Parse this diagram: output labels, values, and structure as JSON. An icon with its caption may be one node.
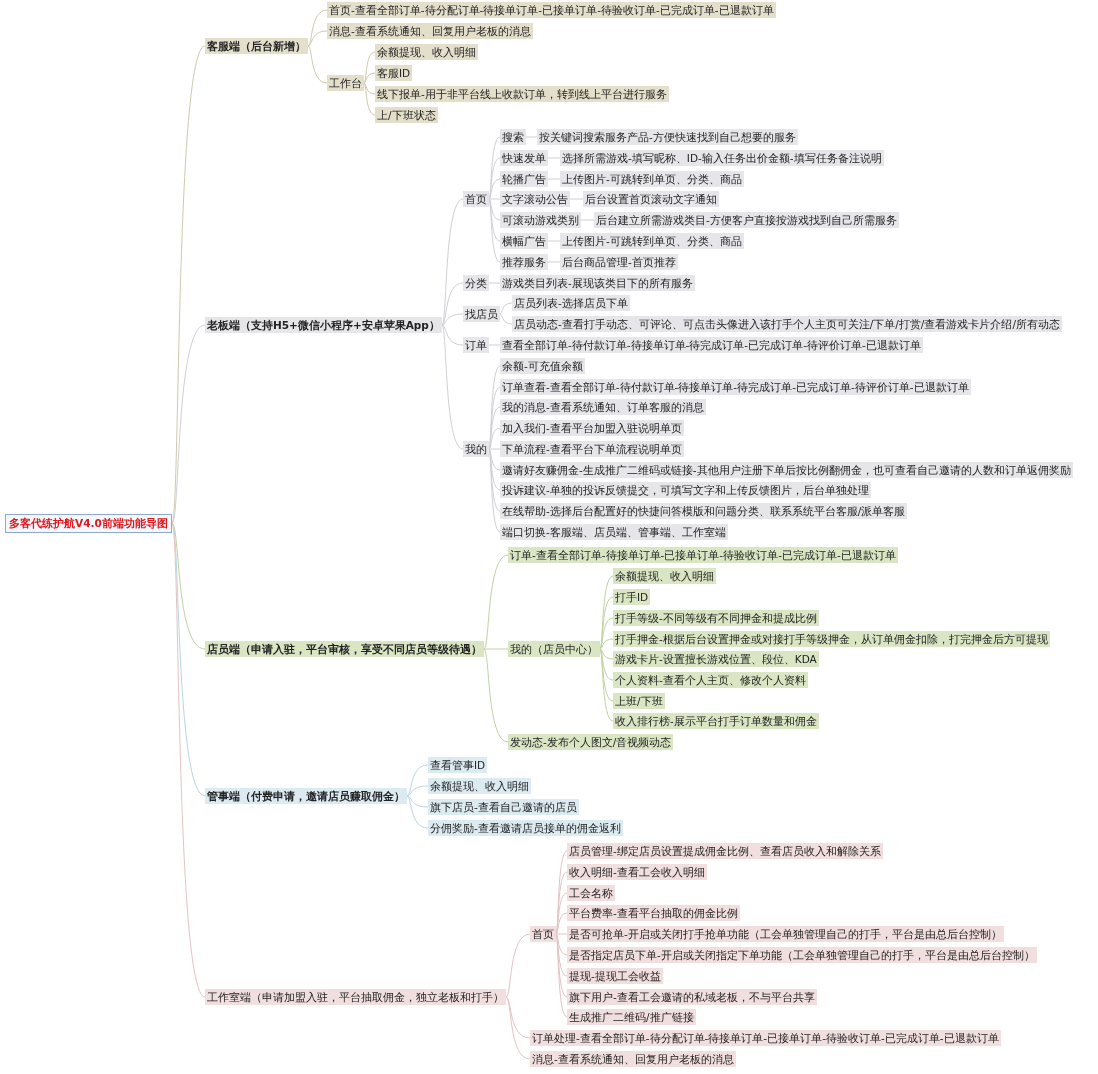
{
  "diagram": {
    "nodes": [
      {
        "text": [
          "多客代练护航V4.0前端功能导图"
        ]
      },
      {
        "text": [
          "客服端（后台新增）"
        ]
      },
      {
        "text": [
          "首页-查看全部订单-待分配订单-待接单订单-已接单订单-待验收订单-已完成订单-已退款订单"
        ]
      },
      {
        "text": [
          "消息-查看系统通知、回复用户老板的消息"
        ]
      },
      {
        "text": [
          "工作台"
        ]
      },
      {
        "text": [
          "余额提现、收入明细"
        ]
      },
      {
        "text": [
          "客服ID"
        ]
      },
      {
        "text": [
          "线下报单-用于非平台线上收款订单，转到线上平台进行服务"
        ]
      },
      {
        "text": [
          "上/下班状态"
        ]
      },
      {
        "text": [
          "老板端（支持H5+微信小程序+安卓苹果App）"
        ]
      },
      {
        "text": [
          "首页"
        ]
      },
      {
        "text": [
          "搜索"
        ]
      },
      {
        "text": [
          "按关键词搜索服务产品-方便快速找到自己想要的服务"
        ]
      },
      {
        "text": [
          "快速发单"
        ]
      },
      {
        "text": [
          "选择所需游戏-填写昵称、ID-输入任务出价金额-填写任务备注说明"
        ]
      },
      {
        "text": [
          "轮播广告"
        ]
      },
      {
        "text": [
          "上传图片-可跳转到单页、分类、商品"
        ]
      },
      {
        "text": [
          "文字滚动公告"
        ]
      },
      {
        "text": [
          "后台设置首页滚动文字通知"
        ]
      },
      {
        "text": [
          "可滚动游戏类别"
        ]
      },
      {
        "text": [
          "后台建立所需游戏类目-方便客户直接按游戏找到自己所需服务"
        ]
      },
      {
        "text": [
          "横幅广告"
        ]
      },
      {
        "text": [
          "上传图片-可跳转到单页、分类、商品"
        ]
      },
      {
        "text": [
          "推荐服务"
        ]
      },
      {
        "text": [
          "后台商品管理-首页推荐"
        ]
      },
      {
        "text": [
          "分类"
        ]
      },
      {
        "text": [
          "游戏类目列表-展现该类目下的所有服务"
        ]
      },
      {
        "text": [
          "找店员"
        ]
      },
      {
        "text": [
          "店员列表-选择店员下单"
        ]
      },
      {
        "text": [
          "店员动态-查看打手动态、可评论、可点击头像进入该打手个人主页可关注/下单/打赏/查看游戏卡片介绍/所有动态"
        ]
      },
      {
        "text": [
          "订单"
        ]
      },
      {
        "text": [
          "查看全部订单-待付款订单-待接单订单-待完成订单-已完成订单-待评价订单-已退款订单"
        ]
      },
      {
        "text": [
          "我的"
        ]
      },
      {
        "text": [
          "余额-可充值余额"
        ]
      },
      {
        "text": [
          "订单查看-查看全部订单-待付款订单-待接单订单-待完成订单-已完成订单-待评价订单-已退款订单"
        ]
      },
      {
        "text": [
          "我的消息-查看系统通知、订单客服的消息"
        ]
      },
      {
        "text": [
          "加入我们-查看平台加盟入驻说明单页"
        ]
      },
      {
        "text": [
          "下单流程-查看平台下单流程说明单页"
        ]
      },
      {
        "text": [
          "邀请好友赚佣金-生成推广二维码或链接-其他用户注册下单后按比例翻佣金，也可查看自己邀请的人数和订单返佣奖励"
        ]
      },
      {
        "text": [
          "投诉建议-单独的投诉反馈提交，可填写文字和上传反馈图片，后台单独处理"
        ]
      },
      {
        "text": [
          "在线帮助-选择后台配置好的快捷问答模版和问题分类、联系系统平台客服/派单客服"
        ]
      },
      {
        "text": [
          "端口切换-客服端、店员端、管事端、工作室端"
        ]
      },
      {
        "text": [
          "店员端（申请入驻，平台审核，享受不同店员等级待遇）"
        ]
      },
      {
        "text": [
          "订单-查看全部订单-待接单订单-已接单订单-待验收订单-已完成订单-已退款订单"
        ]
      },
      {
        "text": [
          "我的（店员中心）"
        ]
      },
      {
        "text": [
          "余额提现、收入明细"
        ]
      },
      {
        "text": [
          "打手ID"
        ]
      },
      {
        "text": [
          "打手等级-不同等级有不同押金和提成比例"
        ]
      },
      {
        "text": [
          "打手押金-根据后台设置押金或对接打手等级押金，从订单佣金扣除，打完押金后方可提现"
        ]
      },
      {
        "text": [
          "游戏卡片-设置擅长游戏位置、段位、KDA"
        ]
      },
      {
        "text": [
          "个人资料-查看个人主页、修改个人资料"
        ]
      },
      {
        "text": [
          "上班/下班"
        ]
      },
      {
        "text": [
          "收入排行榜-展示平台打手订单数量和佣金"
        ]
      },
      {
        "text": [
          "发动态-发布个人图文/音视频动态"
        ]
      },
      {
        "text": [
          "管事端（付费申请，邀请店员赚取佣金）"
        ]
      },
      {
        "text": [
          "查看管事ID"
        ]
      },
      {
        "text": [
          "余额提现、收入明细"
        ]
      },
      {
        "text": [
          "旗下店员-查看自己邀请的店员"
        ]
      },
      {
        "text": [
          "分佣奖励-查看邀请店员接单的佣金返利"
        ]
      },
      {
        "text": [
          "工作室端（申请加盟入驻，平台抽取佣金，独立老板和打手）"
        ]
      },
      {
        "text": [
          "首页"
        ]
      },
      {
        "text": [
          "店员管理-绑定店员设置提成佣金比例、查看店员收入和解除关系"
        ]
      },
      {
        "text": [
          "收入明细-查看工会收入明细"
        ]
      },
      {
        "text": [
          "工会名称"
        ]
      },
      {
        "text": [
          "平台费率-查看平台抽取的佣金比例"
        ]
      },
      {
        "text": [
          "是否可抢单-开启或关闭打手抢单功能（工会单独管理自己的打手，平台是由总后台控制）"
        ]
      },
      {
        "text": [
          "是否指定店员下单-开启或关闭指定下单功能（工会单独管理自己的打手，平台是由总后台控制）"
        ]
      },
      {
        "text": [
          "提现-提现工会收益"
        ]
      },
      {
        "text": [
          "旗下用户-查看工会邀请的私域老板，不与平台共享"
        ]
      },
      {
        "text": [
          "生成推广二维码/推广链接"
        ]
      },
      {
        "text": [
          "订单处理-查看全部订单-待分配订单-待接单订单-已接单订单-待验收订单-已完成订单-已退款订单"
        ]
      },
      {
        "text": [
          "消息-查看系统通知、回复用户老板的消息"
        ]
      }
    ],
    "edges": [
      {
        "from": 0,
        "to": 1,
        "arrow": "none"
      },
      {
        "from": 0,
        "to": 9,
        "arrow": "none"
      },
      {
        "from": 0,
        "to": 42,
        "arrow": "none"
      },
      {
        "from": 0,
        "to": 54,
        "arrow": "none"
      },
      {
        "from": 0,
        "to": 59,
        "arrow": "none"
      },
      {
        "from": 1,
        "to": 2,
        "arrow": "none"
      },
      {
        "from": 1,
        "to": 3,
        "arrow": "none"
      },
      {
        "from": 1,
        "to": 4,
        "arrow": "none"
      },
      {
        "from": 4,
        "to": 5,
        "arrow": "none"
      },
      {
        "from": 4,
        "to": 6,
        "arrow": "none"
      },
      {
        "from": 4,
        "to": 7,
        "arrow": "none"
      },
      {
        "from": 4,
        "to": 8,
        "arrow": "none"
      },
      {
        "from": 9,
        "to": 10,
        "arrow": "none"
      },
      {
        "from": 9,
        "to": 25,
        "arrow": "none"
      },
      {
        "from": 9,
        "to": 27,
        "arrow": "none"
      },
      {
        "from": 9,
        "to": 30,
        "arrow": "none"
      },
      {
        "from": 9,
        "to": 32,
        "arrow": "none"
      },
      {
        "from": 10,
        "to": 11,
        "arrow": "none"
      },
      {
        "from": 10,
        "to": 13,
        "arrow": "none"
      },
      {
        "from": 10,
        "to": 15,
        "arrow": "none"
      },
      {
        "from": 10,
        "to": 17,
        "arrow": "none"
      },
      {
        "from": 10,
        "to": 19,
        "arrow": "none"
      },
      {
        "from": 10,
        "to": 21,
        "arrow": "none"
      },
      {
        "from": 10,
        "to": 23,
        "arrow": "none"
      },
      {
        "from": 11,
        "to": 12,
        "arrow": "none"
      },
      {
        "from": 13,
        "to": 14,
        "arrow": "none"
      },
      {
        "from": 15,
        "to": 16,
        "arrow": "none"
      },
      {
        "from": 17,
        "to": 18,
        "arrow": "none"
      },
      {
        "from": 19,
        "to": 20,
        "arrow": "none"
      },
      {
        "from": 21,
        "to": 22,
        "arrow": "none"
      },
      {
        "from": 23,
        "to": 24,
        "arrow": "none"
      },
      {
        "from": 25,
        "to": 26,
        "arrow": "none"
      },
      {
        "from": 27,
        "to": 28,
        "arrow": "none"
      },
      {
        "from": 27,
        "to": 29,
        "arrow": "none"
      },
      {
        "from": 30,
        "to": 31,
        "arrow": "none"
      },
      {
        "from": 32,
        "to": 33,
        "arrow": "none"
      },
      {
        "from": 32,
        "to": 34,
        "arrow": "none"
      },
      {
        "from": 32,
        "to": 35,
        "arrow": "none"
      },
      {
        "from": 32,
        "to": 36,
        "arrow": "none"
      },
      {
        "from": 32,
        "to": 37,
        "arrow": "none"
      },
      {
        "from": 32,
        "to": 38,
        "arrow": "none"
      },
      {
        "from": 32,
        "to": 39,
        "arrow": "none"
      },
      {
        "from": 32,
        "to": 40,
        "arrow": "none"
      },
      {
        "from": 32,
        "to": 41,
        "arrow": "none"
      },
      {
        "from": 42,
        "to": 43,
        "arrow": "none"
      },
      {
        "from": 42,
        "to": 44,
        "arrow": "none"
      },
      {
        "from": 42,
        "to": 53,
        "arrow": "none"
      },
      {
        "from": 44,
        "to": 45,
        "arrow": "none"
      },
      {
        "from": 44,
        "to": 46,
        "arrow": "none"
      },
      {
        "from": 44,
        "to": 47,
        "arrow": "none"
      },
      {
        "from": 44,
        "to": 48,
        "arrow": "none"
      },
      {
        "from": 44,
        "to": 49,
        "arrow": "none"
      },
      {
        "from": 44,
        "to": 50,
        "arrow": "none"
      },
      {
        "from": 44,
        "to": 51,
        "arrow": "none"
      },
      {
        "from": 44,
        "to": 52,
        "arrow": "none"
      },
      {
        "from": 54,
        "to": 55,
        "arrow": "none"
      },
      {
        "from": 54,
        "to": 56,
        "arrow": "none"
      },
      {
        "from": 54,
        "to": 57,
        "arrow": "none"
      },
      {
        "from": 54,
        "to": 58,
        "arrow": "none"
      },
      {
        "from": 59,
        "to": 60,
        "arrow": "none"
      },
      {
        "from": 59,
        "to": 70,
        "arrow": "none"
      },
      {
        "from": 59,
        "to": 71,
        "arrow": "none"
      },
      {
        "from": 60,
        "to": 61,
        "arrow": "none"
      },
      {
        "from": 60,
        "to": 62,
        "arrow": "none"
      },
      {
        "from": 60,
        "to": 63,
        "arrow": "none"
      },
      {
        "from": 60,
        "to": 64,
        "arrow": "none"
      },
      {
        "from": 60,
        "to": 65,
        "arrow": "none"
      },
      {
        "from": 60,
        "to": 66,
        "arrow": "none"
      },
      {
        "from": 60,
        "to": 67,
        "arrow": "none"
      },
      {
        "from": 60,
        "to": 68,
        "arrow": "none"
      },
      {
        "from": 60,
        "to": 69,
        "arrow": "none"
      }
    ]
  }
}
